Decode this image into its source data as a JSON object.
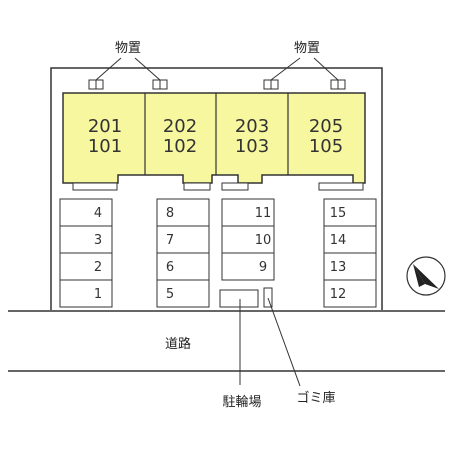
{
  "labels": {
    "storage_left": "物置",
    "storage_right": "物置",
    "road": "道路",
    "bicycle_parking": "駐輪場",
    "garbage_shed": "ゴミ庫"
  },
  "units": [
    {
      "top": "201",
      "bottom": "101"
    },
    {
      "top": "202",
      "bottom": "102"
    },
    {
      "top": "203",
      "bottom": "103"
    },
    {
      "top": "205",
      "bottom": "105"
    }
  ],
  "parking": {
    "col1": [
      "4",
      "3",
      "2",
      "1"
    ],
    "col2": [
      "8",
      "7",
      "6",
      "5"
    ],
    "col3": [
      "11",
      "10",
      "9"
    ],
    "col4": [
      "15",
      "14",
      "13",
      "12"
    ]
  },
  "colors": {
    "building_fill": "#f7f7a0",
    "outline": "#333333"
  },
  "icons": {
    "compass": "north-arrow-icon"
  }
}
